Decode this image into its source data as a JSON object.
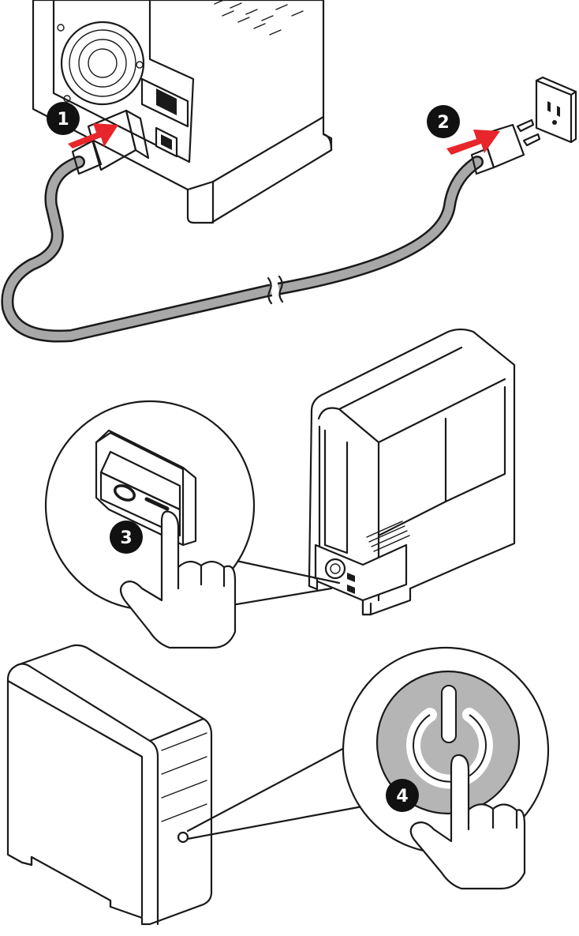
{
  "steps": [
    {
      "number": "1"
    },
    {
      "number": "2"
    },
    {
      "number": "3"
    },
    {
      "number": "4"
    }
  ],
  "switch_marks": {
    "off": "O",
    "on": "—"
  },
  "colors": {
    "arrow": "#e8252a",
    "cable": "#a8a8a8",
    "badge": "#111111",
    "switch": "#9a9a9a",
    "power_button": "#b5b5b5",
    "outline": "#1a1a1a"
  },
  "icons": [
    "power-icon",
    "hand-pointer-icon",
    "power-plug-icon",
    "wall-outlet-icon"
  ]
}
